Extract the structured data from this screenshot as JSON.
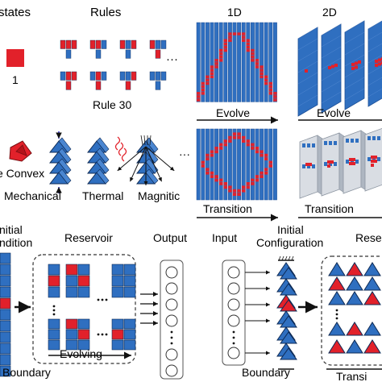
{
  "labels": {
    "states": "states",
    "one": "1",
    "rules": "Rules",
    "rule30": "Rule 30",
    "d1": "1D",
    "d2": "2D",
    "evolve1": "Evolve",
    "evolve2": "Evolve",
    "transition1": "Transition",
    "transition2": "Transition",
    "convex": "e Convex",
    "mechanical": "Mechanical",
    "thermal": "Thermal",
    "magnitic": "Magnitic",
    "dots1": "···",
    "dots2": "···",
    "initial_condition_1": "nitial",
    "initial_condition_2": "ndition",
    "reservoir": "Reservoir",
    "output": "Output",
    "input": "Input",
    "initial_config_1": "Initial",
    "initial_config_2": "Configuration",
    "reservoir2": "Reser",
    "evolving": "Evolving",
    "boundary1": "Boundary",
    "boundary2": "Boundary",
    "transition3": "Transi"
  },
  "colors": {
    "blue": "#2f6fc0",
    "blue_dark": "#1d4f95",
    "red": "#e2212a",
    "gray": "#d9dde3",
    "black": "#111111"
  },
  "icons": {
    "arrow": "right-arrow-icon",
    "neuron": "circle-node-icon",
    "prism": "triangular-prism-icon"
  }
}
